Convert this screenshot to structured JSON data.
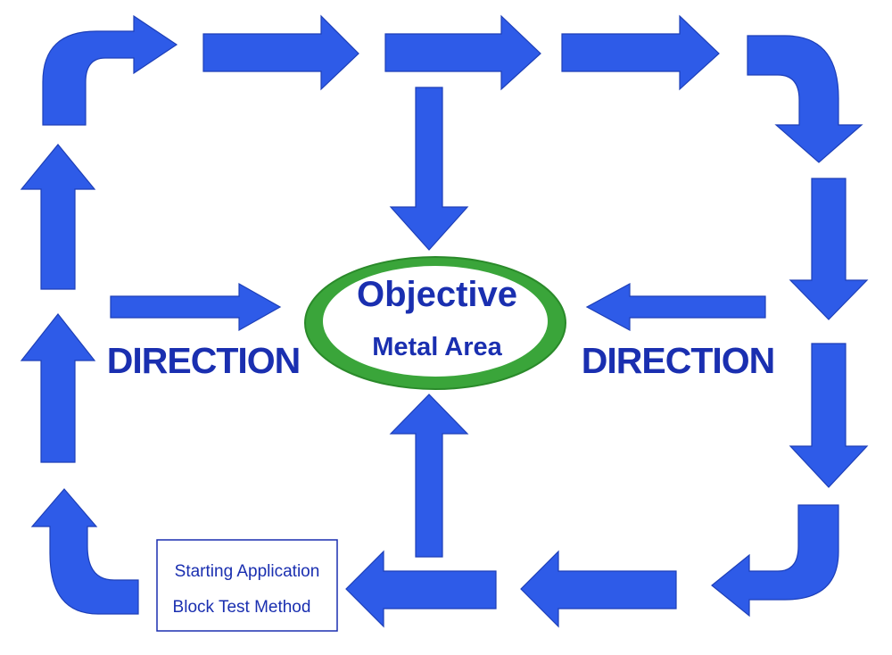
{
  "objective": {
    "title": "Objective",
    "subtitle": "Metal Area"
  },
  "direction_left": "DIRECTION",
  "direction_right": "DIRECTION",
  "start_box": {
    "line1": "Starting Application",
    "line2": "Block Test Method"
  },
  "colors": {
    "arrow": "#2e5be8",
    "arrow_edge": "#1d3fb8",
    "text": "#1a2fb0",
    "ellipse_fill": "#3aa53a",
    "ellipse_inner": "#ffffff",
    "box_border": "#1a2fb0"
  }
}
